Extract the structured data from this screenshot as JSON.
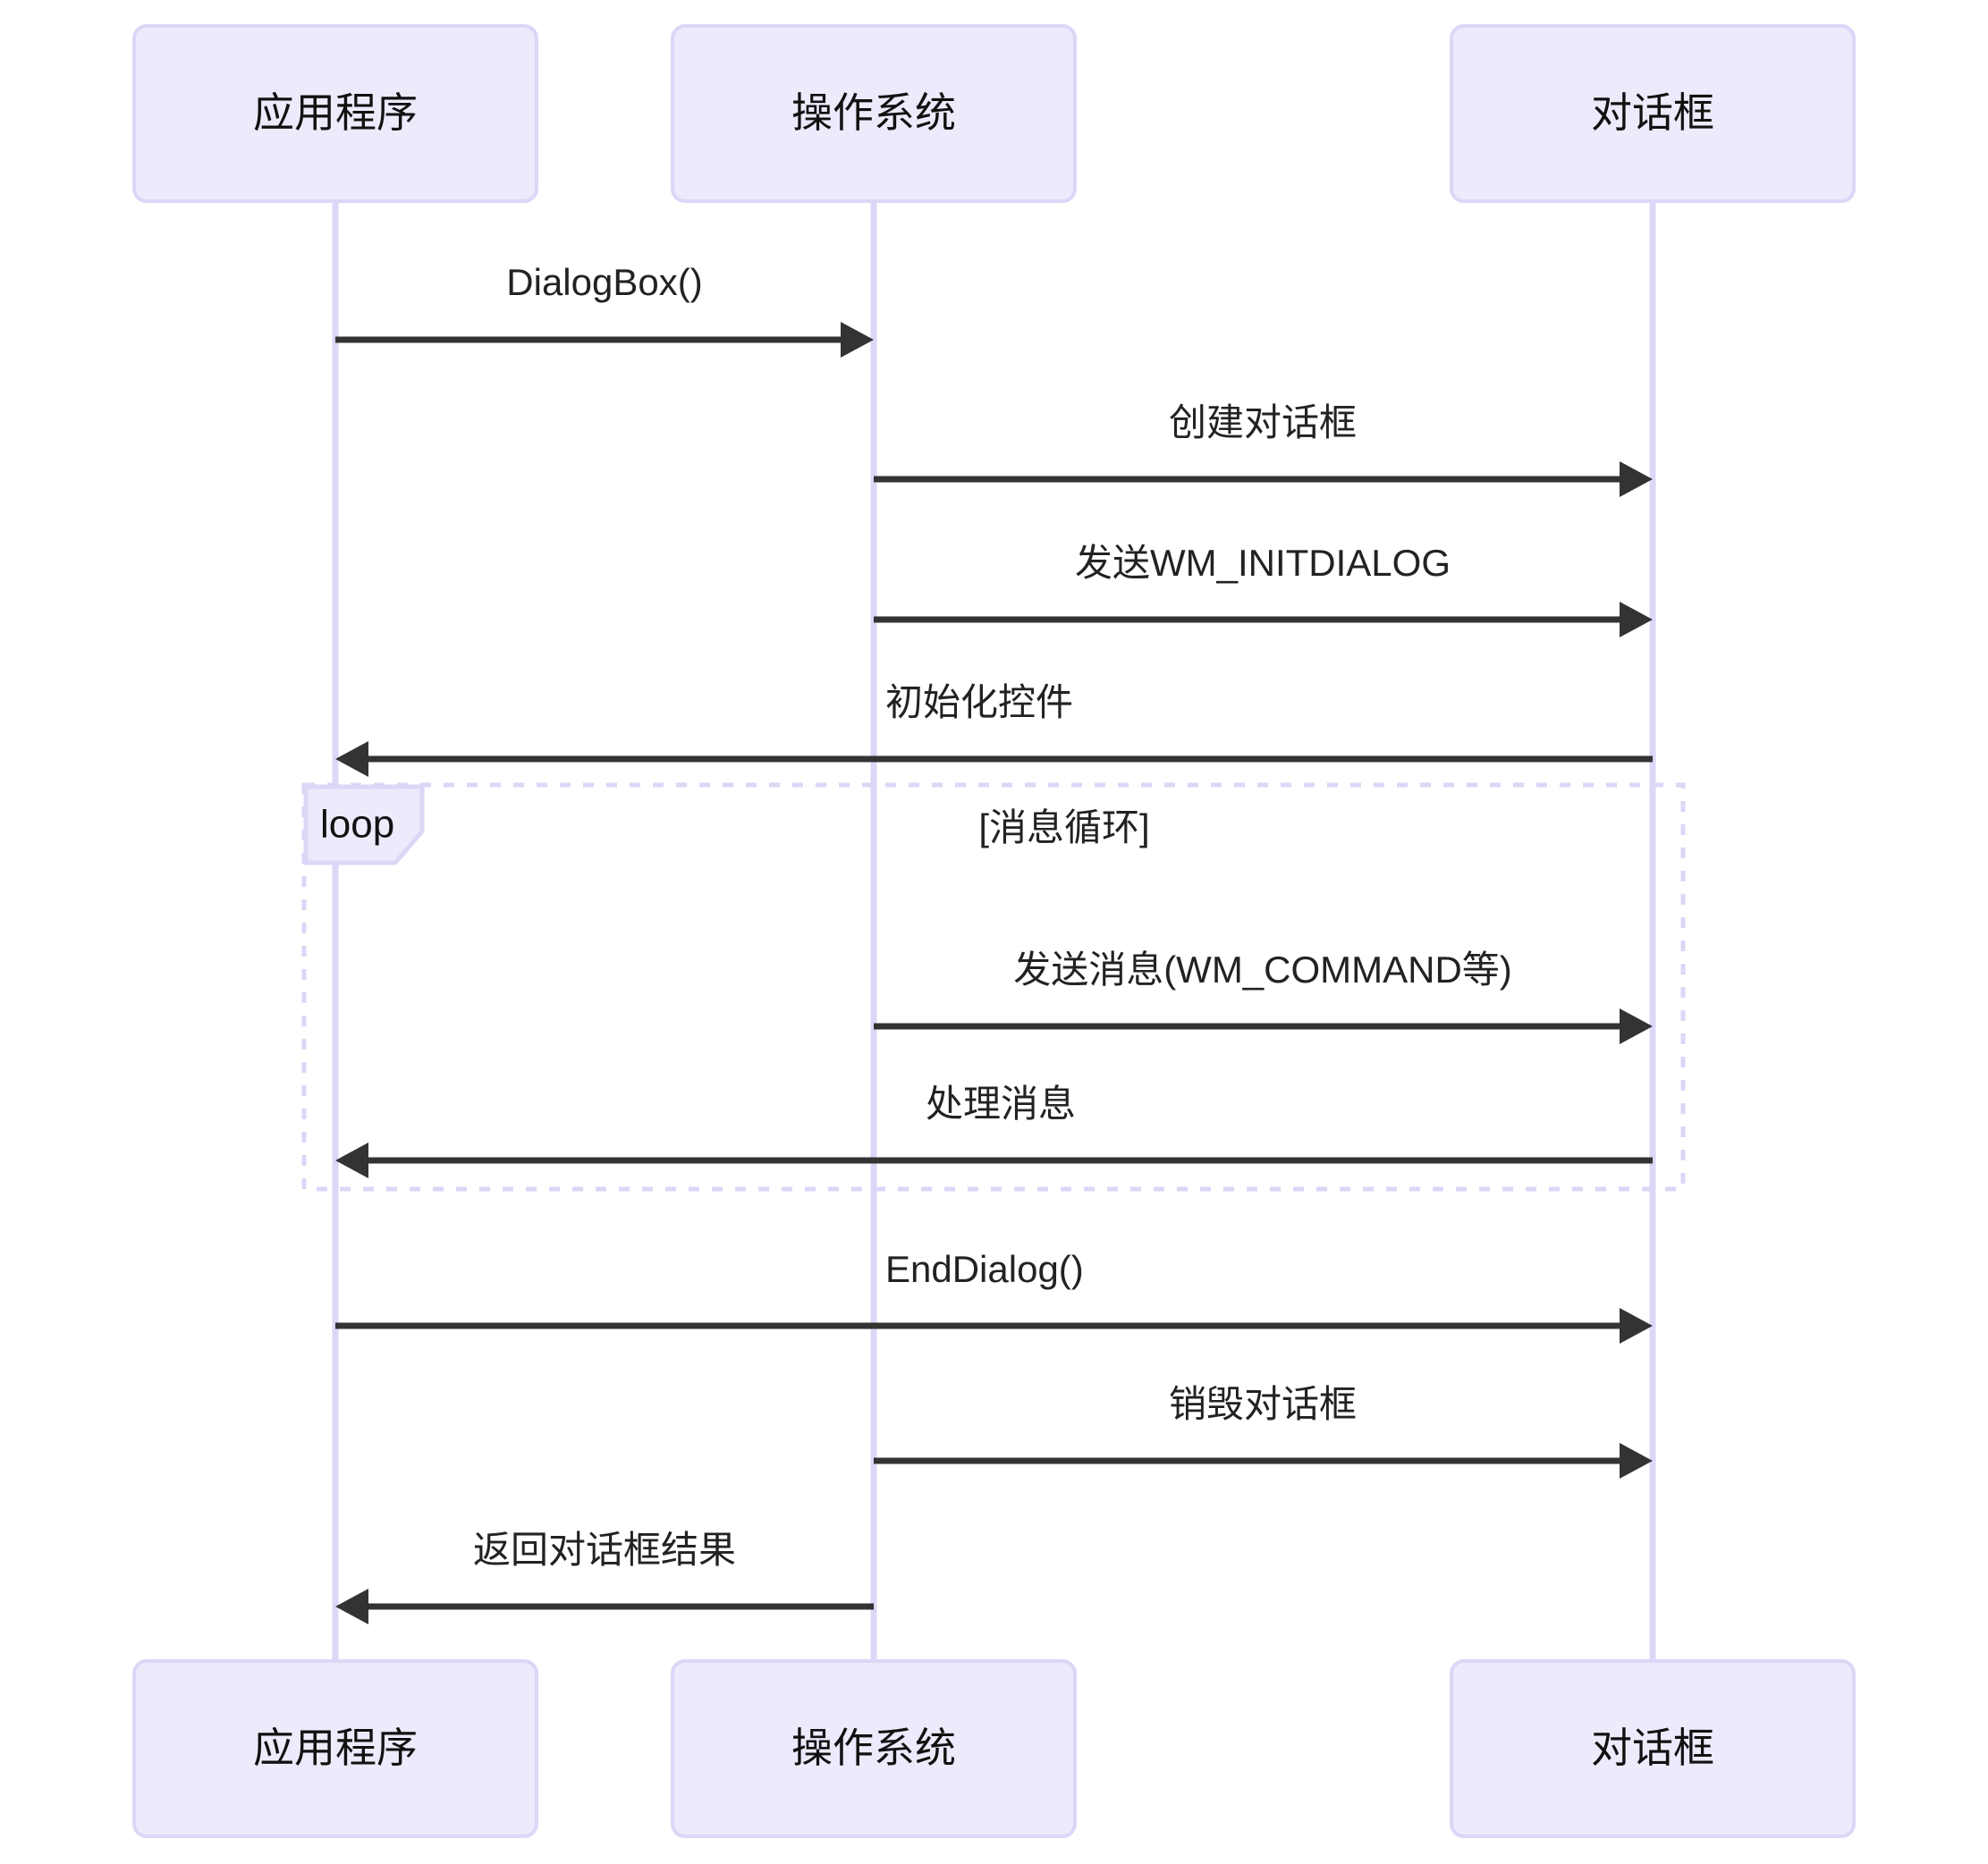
{
  "diagram": {
    "type": "sequence-diagram",
    "colors": {
      "actor_fill": "#ECEAFB",
      "actor_border": "#DCD6F7",
      "lifeline": "#DCD6F7",
      "message_line": "#333333",
      "text": "#111111",
      "background": "#FFFFFF"
    },
    "participants": [
      {
        "id": "app",
        "label": "应用程序"
      },
      {
        "id": "os",
        "label": "操作系统"
      },
      {
        "id": "dialog",
        "label": "对话框"
      }
    ],
    "messages": [
      {
        "id": "m1",
        "label": "DialogBox()",
        "from": "app",
        "to": "os",
        "direction": "right",
        "label_align": "center"
      },
      {
        "id": "m2",
        "label": "创建对话框",
        "from": "os",
        "to": "dialog",
        "direction": "right",
        "label_align": "center"
      },
      {
        "id": "m3",
        "label": "发送WM_INITDIALOG",
        "from": "os",
        "to": "dialog",
        "direction": "right",
        "label_align": "center"
      },
      {
        "id": "m4",
        "label": "初始化控件",
        "from": "dialog",
        "to": "app",
        "direction": "left",
        "label_align": "start"
      },
      {
        "id": "m5",
        "label": "发送消息(WM_COMMAND等)",
        "from": "os",
        "to": "dialog",
        "direction": "right",
        "label_align": "center"
      },
      {
        "id": "m6",
        "label": "处理消息",
        "from": "dialog",
        "to": "app",
        "direction": "left",
        "label_align": "start"
      },
      {
        "id": "m7",
        "label": "EndDialog()",
        "from": "app",
        "to": "dialog",
        "direction": "right",
        "label_align": "start"
      },
      {
        "id": "m8",
        "label": "销毁对话框",
        "from": "os",
        "to": "dialog",
        "direction": "right",
        "label_align": "center"
      },
      {
        "id": "m9",
        "label": "返回对话框结果",
        "from": "os",
        "to": "app",
        "direction": "left",
        "label_align": "center"
      }
    ],
    "fragments": [
      {
        "id": "loop1",
        "kind": "loop",
        "tag": "loop",
        "condition": "[消息循环]",
        "contains": [
          "m5",
          "m6"
        ]
      }
    ]
  }
}
